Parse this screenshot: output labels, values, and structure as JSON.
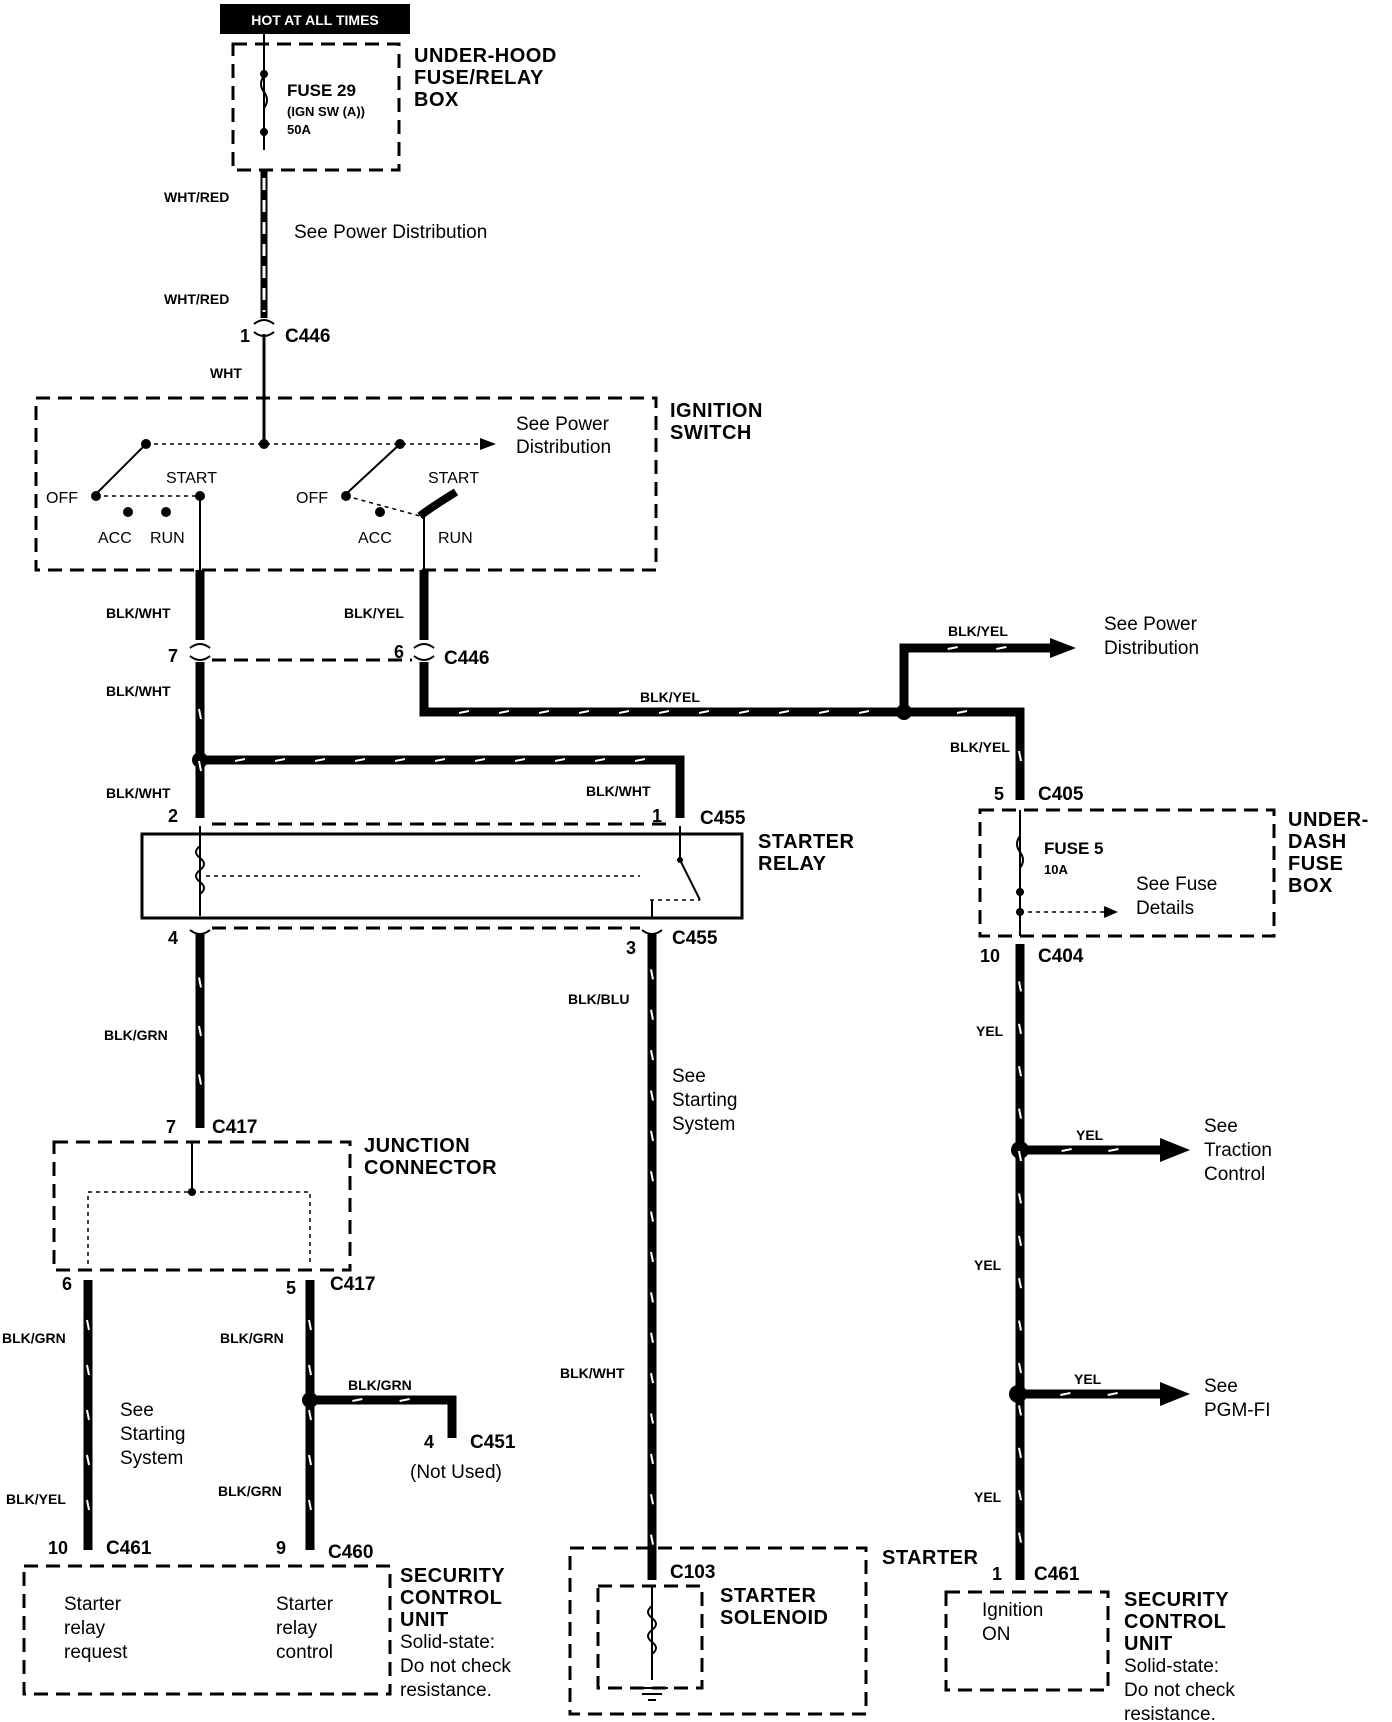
{
  "header": {
    "hot_label": "HOT AT ALL TIMES"
  },
  "underhood_box": {
    "name_1": "UNDER-HOOD",
    "name_2": "FUSE/RELAY",
    "name_3": "BOX",
    "fuse": "FUSE 29",
    "fuse_desc": "(IGN SW (A))",
    "fuse_rating": "50A"
  },
  "wires": {
    "wht_red": "WHT/RED",
    "wht": "WHT",
    "blk_wht": "BLK/WHT",
    "blk_yel": "BLK/YEL",
    "blk_grn": "BLK/GRN",
    "blk_blu": "BLK/BLU",
    "yel": "YEL"
  },
  "notes": {
    "power_dist": "See Power Distribution",
    "see_power": "See Power",
    "distribution": "Distribution",
    "see_power_2": "See Power",
    "distribution_2": "Distribution",
    "see": "See",
    "starting": "Starting",
    "system": "System",
    "see_2": "See",
    "starting_2": "Starting",
    "system_2": "System",
    "see_fuse": "See Fuse",
    "details": "Details",
    "see_tc": "See",
    "traction": "Traction",
    "control": "Control",
    "see_pgm": "See",
    "pgm_fi": "PGM-FI",
    "not_used": "(Not Used)"
  },
  "connectors": {
    "c446": "C446",
    "c455": "C455",
    "c405": "C405",
    "c404": "C404",
    "c417": "C417",
    "c451": "C451",
    "c461": "C461",
    "c460": "C460",
    "c103": "C103"
  },
  "pins": {
    "p1": "1",
    "p2": "2",
    "p3": "3",
    "p4": "4",
    "p5": "5",
    "p6": "6",
    "p7": "7",
    "p9": "9",
    "p10": "10"
  },
  "ignition": {
    "title_1": "IGNITION",
    "title_2": "SWITCH",
    "off": "OFF",
    "start": "START",
    "acc": "ACC",
    "run": "RUN"
  },
  "relay": {
    "title_1": "STARTER",
    "title_2": "RELAY"
  },
  "underdash": {
    "title_1": "UNDER-",
    "title_2": "DASH",
    "title_3": "FUSE",
    "title_4": "BOX",
    "fuse": "FUSE 5",
    "rating": "10A"
  },
  "junction": {
    "title_1": "JUNCTION",
    "title_2": "CONNECTOR"
  },
  "scu_left": {
    "title_1": "SECURITY",
    "title_2": "CONTROL",
    "title_3": "UNIT",
    "note_1": "Solid-state:",
    "note_2": "Do not check",
    "note_3": "resistance.",
    "req_1": "Starter",
    "req_2": "relay",
    "req_3": "request",
    "ctl_1": "Starter",
    "ctl_2": "relay",
    "ctl_3": "control"
  },
  "starter": {
    "title": "STARTER",
    "sol_1": "STARTER",
    "sol_2": "SOLENOID"
  },
  "scu_right": {
    "title_1": "SECURITY",
    "title_2": "CONTROL",
    "title_3": "UNIT",
    "note_1": "Solid-state:",
    "note_2": "Do not check",
    "note_3": "resistance.",
    "ign_1": "Ignition",
    "ign_2": "ON"
  }
}
